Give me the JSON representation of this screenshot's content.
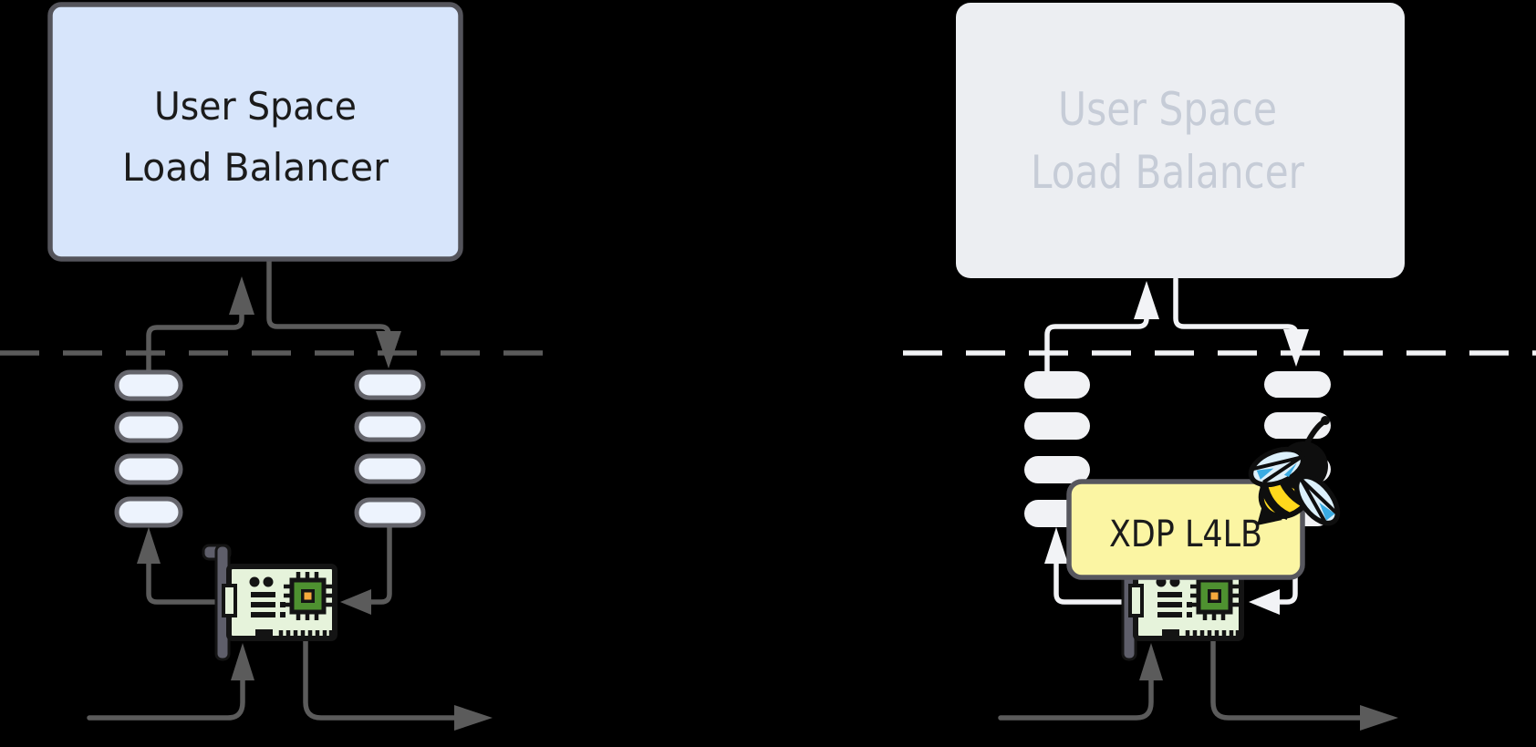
{
  "colors": {
    "background": "#000000",
    "stroke_gray": "#5B5B5B",
    "box_blue_fill": "#D7E5FB",
    "box_blue_border": "#54545B",
    "pill_blue_fill": "#EDF3FD",
    "pill_stroke": "#64646B",
    "text_dark": "#1B1B1B",
    "white_stroke": "#F2F3F6",
    "gray_box_fill": "#ECEEF2",
    "gray_box_text": "#C6CCD7",
    "white_pill_fill": "#F1F2F5",
    "xdp_fill": "#FBF5A3",
    "xdp_border": "#57575E",
    "nic_body": "#E6F3DB",
    "nic_outline": "#141414",
    "nic_bracket": "#5E5E6A",
    "chip_green": "#4E9130",
    "chip_core": "#F5A83C",
    "bee_black": "#0E0E0E",
    "bee_yellow": "#FFD81C",
    "wing_blue": "#DCF0FB",
    "wing_accent": "#3AABE2"
  },
  "left_diagram": {
    "box_label_line1": "User Space",
    "box_label_line2": "Load Balancer"
  },
  "right_diagram": {
    "box_label_line1": "User Space",
    "box_label_line2": "Load Balancer",
    "xdp_label": "XDP L4LB"
  }
}
